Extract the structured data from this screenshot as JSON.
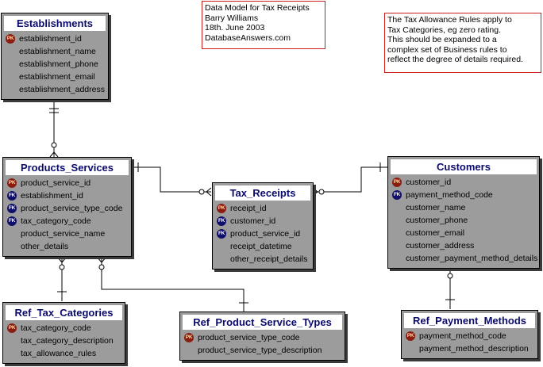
{
  "notes": [
    {
      "id": "header-note",
      "lines": [
        "Data Model for Tax Receipts",
        "Barry Williams",
        "18th. June 2003",
        "DatabaseAnswers.com"
      ]
    },
    {
      "id": "rules-note",
      "lines": [
        "The Tax Allowance Rules apply to",
        "Tax Categories, eg zero rating.",
        "This should be expanded to a",
        "complex set of Business rules to",
        "reflect the degree of details required."
      ]
    }
  ],
  "entities": [
    {
      "id": "establishments",
      "name": "Establishments",
      "attributes": [
        {
          "key": "PK",
          "name": "establishment_id"
        },
        {
          "key": "",
          "name": "establishment_name"
        },
        {
          "key": "",
          "name": "establishment_phone"
        },
        {
          "key": "",
          "name": "establishment_email"
        },
        {
          "key": "",
          "name": "establishment_address"
        }
      ]
    },
    {
      "id": "products-services",
      "name": "Products_Services",
      "attributes": [
        {
          "key": "PK",
          "name": "product_service_id"
        },
        {
          "key": "FK",
          "name": "establishment_id"
        },
        {
          "key": "FK",
          "name": "product_service_type_code"
        },
        {
          "key": "FK",
          "name": "tax_category_code"
        },
        {
          "key": "",
          "name": "product_service_name"
        },
        {
          "key": "",
          "name": "other_details"
        }
      ]
    },
    {
      "id": "tax-receipts",
      "name": "Tax_Receipts",
      "attributes": [
        {
          "key": "PK",
          "name": "receipt_id"
        },
        {
          "key": "FK",
          "name": "customer_id"
        },
        {
          "key": "FK",
          "name": "product_service_id"
        },
        {
          "key": "",
          "name": "receipt_datetime"
        },
        {
          "key": "",
          "name": "other_receipt_details"
        }
      ]
    },
    {
      "id": "customers",
      "name": "Customers",
      "attributes": [
        {
          "key": "PK",
          "name": "customer_id"
        },
        {
          "key": "FK",
          "name": "payment_method_code"
        },
        {
          "key": "",
          "name": "customer_name"
        },
        {
          "key": "",
          "name": "customer_phone"
        },
        {
          "key": "",
          "name": "customer_email"
        },
        {
          "key": "",
          "name": "customer_address"
        },
        {
          "key": "",
          "name": "customer_payment_method_details"
        }
      ]
    },
    {
      "id": "ref-tax-categories",
      "name": "Ref_Tax_Categories",
      "attributes": [
        {
          "key": "PK",
          "name": "tax_category_code"
        },
        {
          "key": "",
          "name": "tax_category_description"
        },
        {
          "key": "",
          "name": "tax_allowance_rules"
        }
      ]
    },
    {
      "id": "ref-product-service-types",
      "name": "Ref_Product_Service_Types",
      "attributes": [
        {
          "key": "PK",
          "name": "product_service_type_code"
        },
        {
          "key": "",
          "name": "product_service_type_description"
        }
      ]
    },
    {
      "id": "ref-payment-methods",
      "name": "Ref_Payment_Methods",
      "attributes": [
        {
          "key": "PK",
          "name": "payment_method_code"
        },
        {
          "key": "",
          "name": "payment_method_description"
        }
      ]
    }
  ]
}
